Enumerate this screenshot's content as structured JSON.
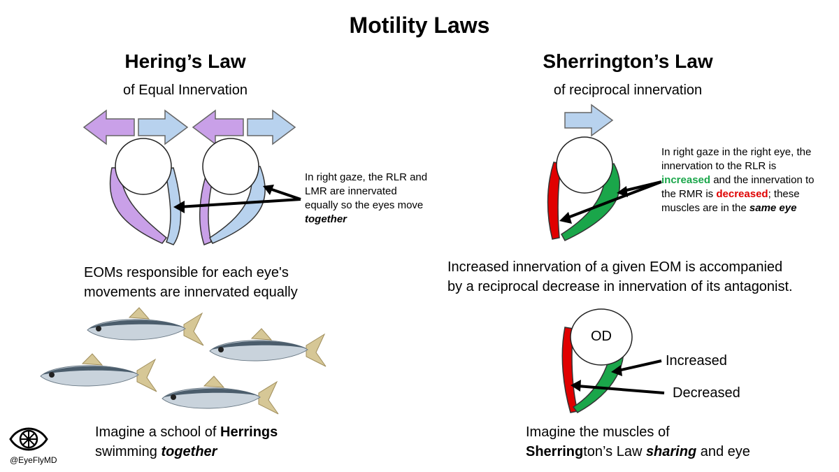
{
  "title": "Motility Laws",
  "herings": {
    "heading": "Hering’s Law",
    "subheading": "of Equal Innervation",
    "note_part1": "In right gaze, the RLR and LMR are innervated equally so the eyes move ",
    "note_emph": "together",
    "statement_line1": "EOMs responsible for each eye's",
    "statement_line2": "movements are innervated equally",
    "mnemonic_line1_pre": "Imagine a school of ",
    "mnemonic_line1_bold": "Herrings",
    "mnemonic_line2_pre": "swimming ",
    "mnemonic_line2_emph": "together"
  },
  "sherringtons": {
    "heading": "Sherrington’s Law",
    "subheading": "of reciprocal innervation",
    "note_p1": "In right gaze in the right eye, the innervation to the RLR is ",
    "note_increased": "increased",
    "note_p2": " and the innervation to the RMR is ",
    "note_decreased": "decreased",
    "note_p3": "; these muscles are in the ",
    "note_emph": "same eye",
    "statement_line1": "Increased innervation of a given EOM is accompanied",
    "statement_line2": "by a reciprocal decrease in innervation of its antagonist.",
    "eye_label": "OD",
    "label_increased": "Increased",
    "label_decreased": "Decreased",
    "mnemonic_line1": "Imagine the muscles of",
    "mnemonic_line2_bold": "Sherring",
    "mnemonic_line2_mid": "ton’s Law ",
    "mnemonic_line2_emph": "sharing",
    "mnemonic_line2_post": " and eye"
  },
  "handle": "@EyeFlyMD",
  "colors": {
    "purple": "#c9a0e8",
    "light_blue": "#b8d2ee",
    "green": "#1aa64a",
    "red": "#e00000",
    "fish_body": "#c9d3dc",
    "fish_back": "#4b5d6c",
    "fish_fin": "#d6c796"
  }
}
